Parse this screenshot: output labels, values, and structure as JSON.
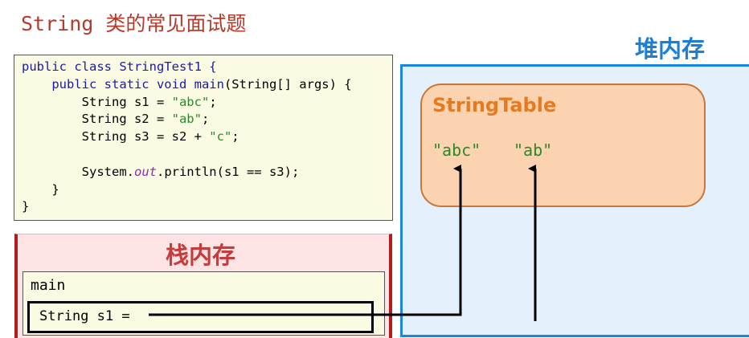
{
  "page": {
    "title": "String 类的常见面试题"
  },
  "heap": {
    "label": "堆内存"
  },
  "code": {
    "lines": [
      [
        {
          "t": "public class StringTest1 {",
          "c": "kw"
        }
      ],
      [
        {
          "t": "    "
        },
        {
          "t": "public static void ",
          "c": "kw"
        },
        {
          "t": "main",
          "c": "kw"
        },
        {
          "t": "(String[] args) {"
        }
      ],
      [
        {
          "t": "        String s1 = "
        },
        {
          "t": "\"abc\"",
          "c": "str"
        },
        {
          "t": ";"
        }
      ],
      [
        {
          "t": "        String s2 = "
        },
        {
          "t": "\"ab\"",
          "c": "str"
        },
        {
          "t": ";"
        }
      ],
      [
        {
          "t": "        String s3 = s2 + "
        },
        {
          "t": "\"c\"",
          "c": "str"
        },
        {
          "t": ";"
        }
      ],
      [
        {
          "t": ""
        }
      ],
      [
        {
          "t": "        System."
        },
        {
          "t": "out",
          "c": "fld"
        },
        {
          "t": ".println(s1 == s3);"
        }
      ],
      [
        {
          "t": "    }"
        }
      ],
      [
        {
          "t": "}"
        }
      ]
    ]
  },
  "string_table": {
    "title": "StringTable",
    "literal_abc": "\"abc\"",
    "literal_ab": "\"ab\""
  },
  "stack": {
    "label": "栈内存",
    "frame_name": "main",
    "variable_s1": "String s1 ="
  },
  "colors": {
    "title": "#b53a2a",
    "heap": "#1b86e0",
    "string_table_fill": "#fbd3b0",
    "string_table_border": "#c7773a",
    "stack_border": "#b11d1d",
    "code_keyword": "#1a1aa6",
    "code_string": "#2a8a2a",
    "code_field": "#8a2db0"
  }
}
